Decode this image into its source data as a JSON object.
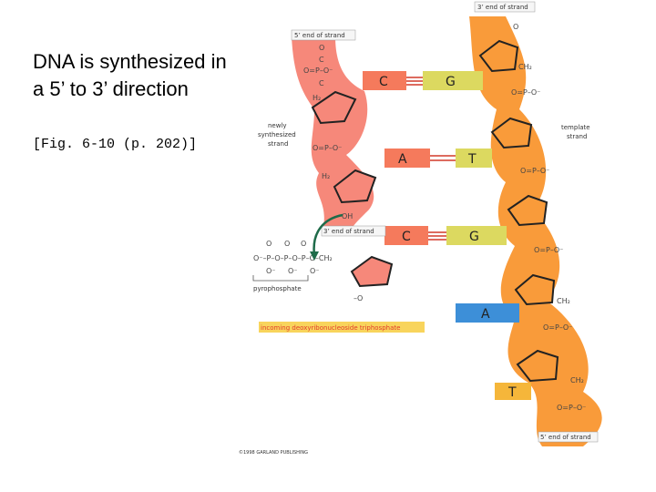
{
  "slide": {
    "title": "DNA is synthesized in a 5’ to 3’ direction",
    "reference": "[Fig. 6-10 (p. 202)]"
  },
  "diagram": {
    "labels": {
      "new_strand_5_end": "5’ end of strand",
      "template_3_end": "3’ end of strand",
      "newly_synthesized": [
        "newly",
        "synthesized",
        "strand"
      ],
      "template_strand": [
        "template",
        "strand"
      ],
      "new_strand_3_end": "3’ end of strand",
      "pyrophosphate": "pyrophosphate",
      "incoming": "incoming deoxyribonucleoside triphosphate",
      "template_5_end": "5’ end of strand",
      "copyright": "©1998 GARLAND PUBLISHING"
    },
    "pairs": [
      {
        "left": "C",
        "right": "G"
      },
      {
        "left": "A",
        "right": "T"
      },
      {
        "left": "C",
        "right": "G"
      }
    ],
    "template_unpaired": [
      "A",
      "T"
    ],
    "chem": {
      "ch2": "CH₂",
      "h2": "H₂",
      "oh": "OH",
      "o": "O",
      "c": "C",
      "phosphate": "O=P–O⁻",
      "o_minus": "O⁻",
      "ppp_row": "O⁻–P–O–P–O–P–O–CH₂",
      "o_double": "O",
      "minus_o": "–O"
    },
    "colors": {
      "new_strand": "#f6887a",
      "template_strand": "#f99b3a",
      "new_base_box": "#f57a5c",
      "template_base_box": "#dcd960",
      "template_a_box": "#3d8fd8",
      "template_t_box": "#f5b63a",
      "incoming_banner": "#f8d45c",
      "bond_red": "#d23a2a",
      "arrow": "#1f6b4a",
      "incoming_text": "#e33b2b"
    }
  }
}
